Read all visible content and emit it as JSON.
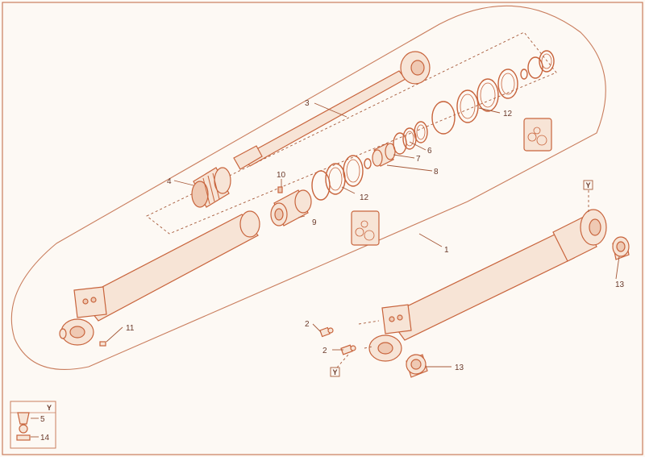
{
  "callouts": {
    "c1": "1",
    "c2a": "2",
    "c2b": "2",
    "c3": "3",
    "c4": "4",
    "c5": "5",
    "c6": "6",
    "c7": "7",
    "c8": "8",
    "c9": "9",
    "c10": "10",
    "c11": "11",
    "c12a": "12",
    "c12b": "12",
    "c13a": "13",
    "c13b": "13",
    "c14": "14"
  },
  "markers": {
    "y_top": "Y",
    "y_bottom": "Y",
    "y_legend": "Y"
  },
  "colors": {
    "line": "#c8643c",
    "fill": "#f7e4d6",
    "text": "#6b3a2a"
  }
}
